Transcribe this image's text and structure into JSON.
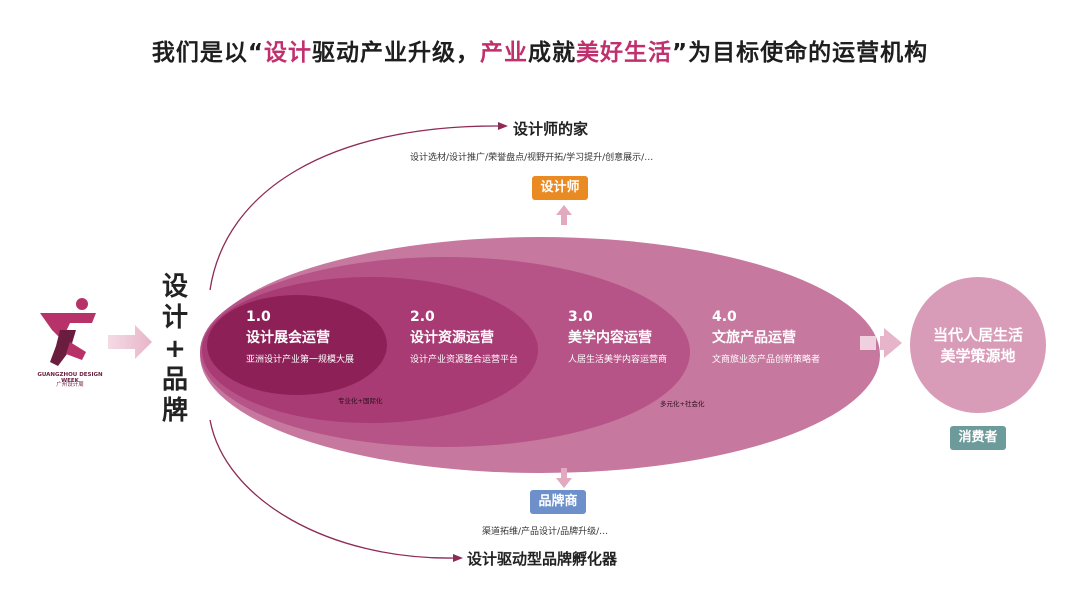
{
  "title": {
    "parts": [
      "我们是以“",
      "设计",
      "驱动产业升级，",
      "产业",
      "成就",
      "美好生活",
      "”为目标使命的运营机构"
    ]
  },
  "designer_home": {
    "heading": "设计师的家",
    "subtitle": "设计选材/设计推广/荣誉盘点/视野开拓/学习提升/创意展示/…",
    "tag": "设计师"
  },
  "brand_incubator": {
    "tag": "品牌商",
    "subtitle": "渠道拓维/产品设计/品牌升级/…",
    "heading": "设计驱动型品牌孵化器"
  },
  "vertical_label": [
    "设",
    "计",
    "+",
    "品",
    "牌"
  ],
  "logo": {
    "text_line1": "GUANGZHOU DESIGN WEEK",
    "text_line2": "广州设计周"
  },
  "stages": [
    {
      "num": "1.0",
      "title": "设计展会运营",
      "desc": "亚洲设计产业第一规模大展"
    },
    {
      "num": "2.0",
      "title": "设计资源运营",
      "desc": "设计产业资源整合运营平台"
    },
    {
      "num": "3.0",
      "title": "美学内容运营",
      "desc": "人居生活美学内容运营商"
    },
    {
      "num": "4.0",
      "title": "文旅产品运营",
      "desc": "文商旅业态产品创新策略者"
    }
  ],
  "notes": {
    "professional": "专业化+国际化",
    "diverse": "多元化+社会化"
  },
  "goal": {
    "line1": "当代人居生活",
    "line2": "美学策源地",
    "tag": "消费者"
  },
  "colors": {
    "accent": "#c0306e",
    "ellipse_outer": "#c6789f",
    "ellipse_3": "#b65387",
    "ellipse_2": "#a83a74",
    "ellipse_1": "#8e2058",
    "designer_tag": "#e98a23",
    "brand_tag": "#6d8fca",
    "consumer_tag": "#6d9a9a",
    "goal_circle": "#d89bb8"
  }
}
